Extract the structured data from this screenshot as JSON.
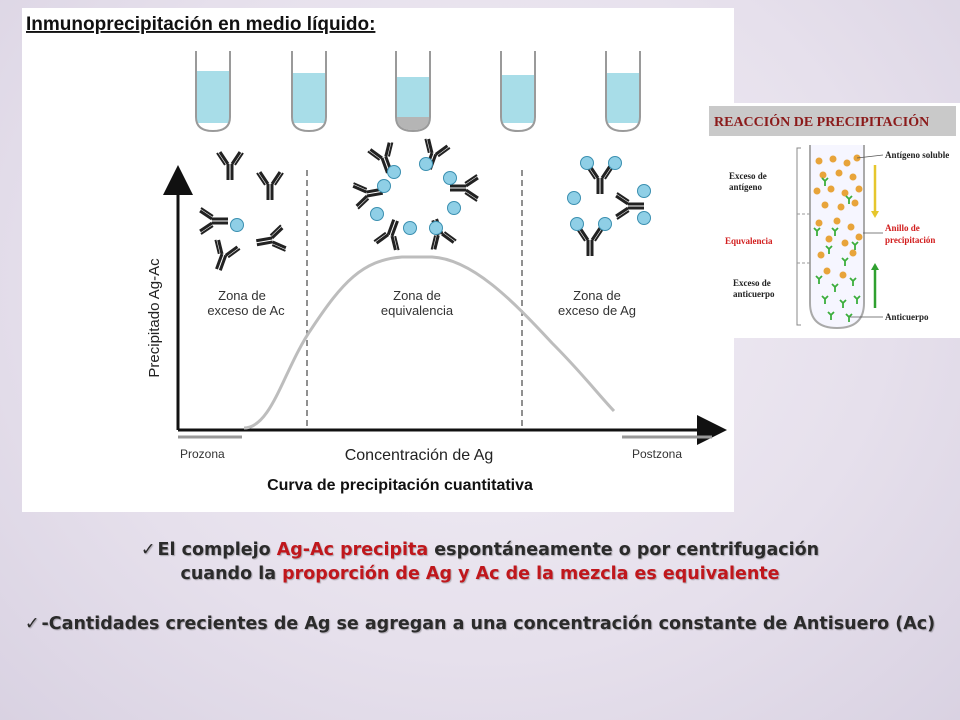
{
  "main_title": "Inmunoprecipitación en medio líquido:",
  "y_axis_label": "Precipitado Ag-Ac",
  "x_axis_label": "Concentración de Ag",
  "zones": {
    "left": [
      "Zona de",
      "exceso de Ac"
    ],
    "middle": [
      "Zona de",
      "equivalencia"
    ],
    "right": [
      "Zona de",
      "exceso de Ag"
    ]
  },
  "prozona": "Prozona",
  "postzona": "Postzona",
  "curve_caption": "Curva de precipitación cuantitativa",
  "inset": {
    "title": "REACCIÓN DE PRECIPITACIÓN",
    "left_labels": {
      "excess_antigen": [
        "Exceso de",
        "antígeno"
      ],
      "equivalence": "Equvalencia",
      "excess_antibody": [
        "Exceso de",
        "anticuerpo"
      ]
    },
    "right_labels": {
      "soluble_antigen": "Antígeno soluble",
      "ring": [
        "Anillo de",
        "precipitación"
      ],
      "antibody": "Anticuerpo"
    }
  },
  "bullets": {
    "b1_part1": "El complejo ",
    "b1_red1": "Ag-Ac precipita",
    "b1_part2": "  espontáneamente o por centrifugación",
    "b2_part1": "cuando la ",
    "b2_red1": "proporción de Ag y Ac de la mezcla es equivalente",
    "b3_text": "-Cantidades  crecientes de Ag se agregan a  una concentración constante de Antisuero (Ac)"
  },
  "colors": {
    "liquid": "#a8dde8",
    "antigen": "#8fcfe6",
    "red_text": "#c0171c",
    "inset_title_bg": "#c9c9c9",
    "inset_title_text": "#8b1a1a",
    "inset_red": "#d21e1e",
    "antigen_orange": "#e8a43a",
    "antibody_green": "#3cae3c"
  }
}
